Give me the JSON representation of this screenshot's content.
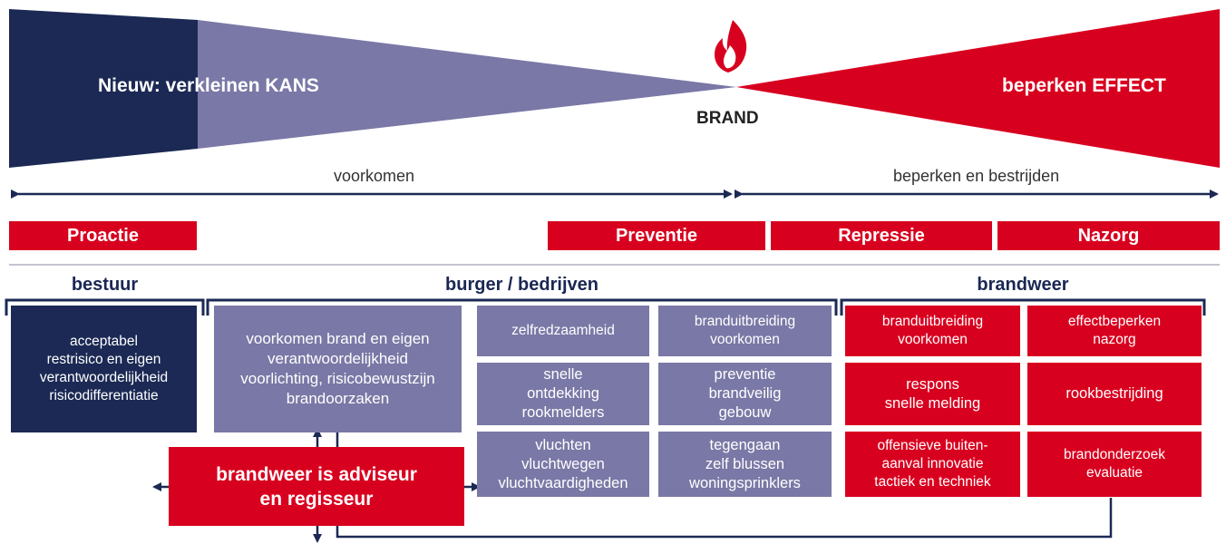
{
  "top": {
    "left_label": "Nieuw: verkleinen KANS",
    "right_label": "beperken EFFECT",
    "center_label": "BRAND",
    "colors": {
      "navy": "#1b2954",
      "lavender": "#7a78a6",
      "red": "#d8001f"
    }
  },
  "phases": {
    "left": "voorkomen",
    "right": "beperken en bestrijden"
  },
  "bars": {
    "proactie": "Proactie",
    "preventie": "Preventie",
    "repressie": "Repressie",
    "nazorg": "Nazorg"
  },
  "groups": {
    "bestuur": "bestuur",
    "burger": "burger / bedrijven",
    "brandweer": "brandweer"
  },
  "boxes": {
    "bestuur_box": "acceptabel\nrestrisico en eigen\nverantwoordelijkheid\nrisicodifferentiatie",
    "burger_main": "voorkomen brand en eigen\nverantwoordelijkheid\nvoorlichting, risicobewustzijn\nbrandoorzaken",
    "zelfred": "zelfredzaamheid",
    "snelle": "snelle\nontdekking\nrookmelders",
    "vluchten": "vluchten\nvluchtwegen\nvluchtvaardigheden",
    "branduitbreiding_lav": "branduitbreiding\nvoorkomen",
    "preventie_box": "preventie\nbrandveilig\ngebouw",
    "tegengaan": "tegengaan\nzelf blussen\nwoningsprinklers",
    "branduitbreiding_red": "branduitbreiding\nvoorkomen",
    "respons": "respons\nsnelle melding",
    "offensieve": "offensieve buiten-\naanval innovatie\ntactiek en techniek",
    "effectbeperken": "effectbeperken\nnazorg",
    "rookbestrijding": "rookbestrijding",
    "brandonderzoek": "brandonderzoek\nevaluatie"
  },
  "adviseur": "brandweer is adviseur\nen regisseur",
  "icons": {
    "flame": "flame-icon"
  }
}
